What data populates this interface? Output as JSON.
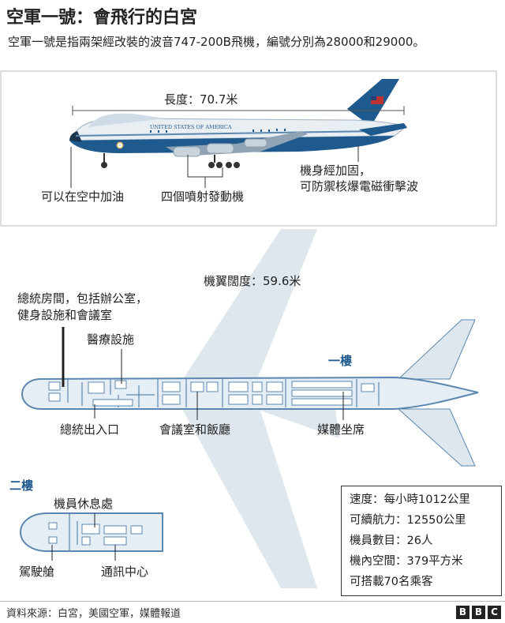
{
  "title": "空軍一號：會飛行的白宮",
  "subtitle": "空軍一號是指兩架經改裝的波音747-200B飛機，編號分別為28000和29000。",
  "plane_side": {
    "livery_text": "UNITED STATES OF AMERICA",
    "length_label": "長度：70.7米",
    "refuel_label": "可以在空中加油",
    "engines_label": "四個噴射發動機",
    "reinforced_label_1": "機身經加固，",
    "reinforced_label_2": "可防禦核爆電磁衝擊波"
  },
  "floor_plan": {
    "wingspan_label": "機翼闊度：59.6米",
    "first_floor_label": "一樓",
    "second_floor_label": "二樓",
    "president_room_1": "總統房間，包括辦公室，",
    "president_room_2": "健身設施和會議室",
    "medical_label": "醫療設施",
    "president_exit_label": "總統出入口",
    "conference_dining_label": "會議室和飯廳",
    "media_seats_label": "媒體坐席",
    "crew_rest_label": "機員休息處",
    "cockpit_label": "駕駛艙",
    "comm_center_label": "通訊中心"
  },
  "specs": {
    "speed": "速度：每小時1012公里",
    "range": "可續航力：12550公里",
    "crew": "機員數目：26人",
    "space": "機內空間：379平方米",
    "passengers": "可搭載70名乘客"
  },
  "footer": {
    "source": "資料來源：白宮，美國空軍，媒體報道",
    "logo_letters": [
      "B",
      "B",
      "C"
    ]
  },
  "colors": {
    "fuselage_blue": "#1f5a8e",
    "light_blue": "#cfdce8",
    "plan_outline": "#5b87b0",
    "wing_gray": "#dfe7ee"
  }
}
